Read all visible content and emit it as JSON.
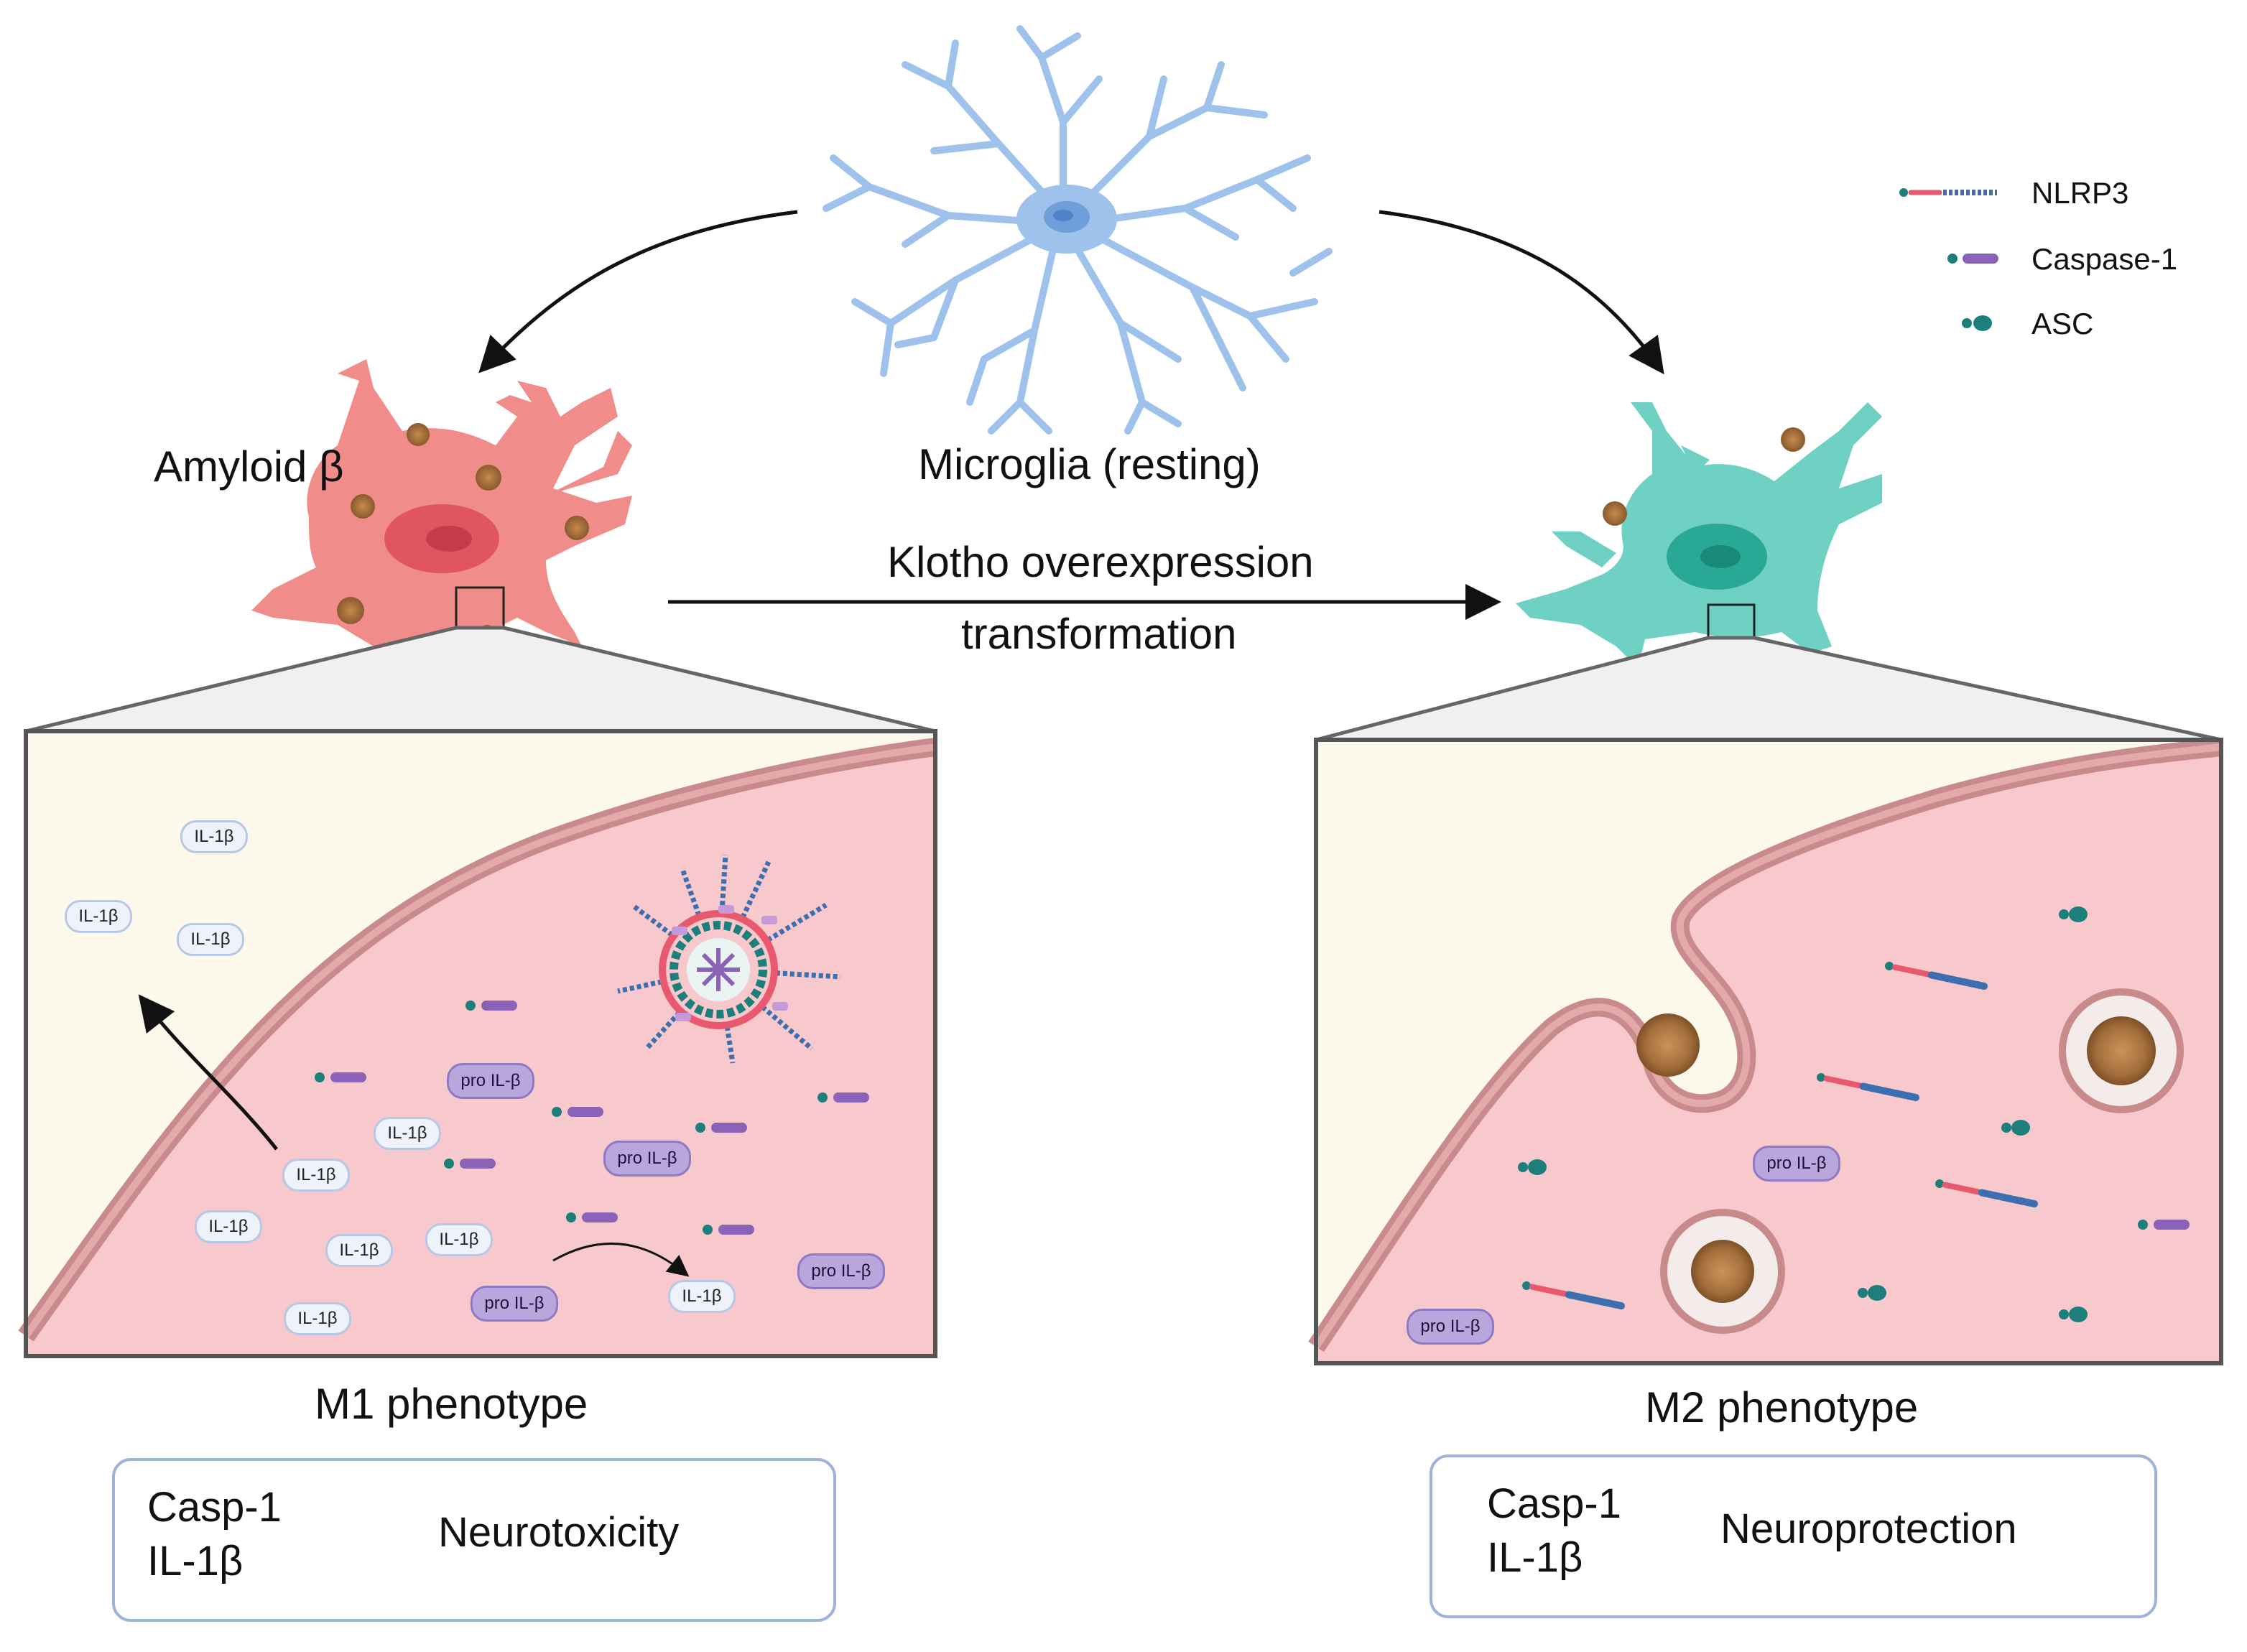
{
  "top": {
    "resting_label": "Microglia (resting)",
    "amyloid_label": "Amyloid β",
    "arrow_label_1": "Klotho overexpression",
    "arrow_label_2": "transformation"
  },
  "legend": [
    {
      "label": "NLRP3",
      "icon": "nlrp3-icon"
    },
    {
      "label": "Caspase-1",
      "icon": "caspase1-icon"
    },
    {
      "label": "ASC",
      "icon": "asc-icon"
    }
  ],
  "m1": {
    "title": "M1 phenotype",
    "il_label": "IL-1β",
    "pro_label": "pro IL-β",
    "summary": {
      "left_line1": "Casp-1",
      "left_line2": "IL-1β",
      "right": "Neurotoxicity"
    }
  },
  "m2": {
    "title": "M2 phenotype",
    "pro_label": "pro IL-β",
    "summary": {
      "left_line1": "Casp-1",
      "left_line2": "IL-1β",
      "right": "Neuroprotection"
    }
  },
  "colors": {
    "resting_cell": "#9ec2ec",
    "m1_cell": "#f08c8a",
    "m2_cell": "#6fd1c3",
    "cytoplasm": "#f7c8cc",
    "membrane": "#c98a8c",
    "extracellular": "#fdf8ec",
    "nlrp3": "#e8586e",
    "caspase": "#8a62b8",
    "asc": "#1c7f7b",
    "amyloid": "#9b6b3c"
  }
}
